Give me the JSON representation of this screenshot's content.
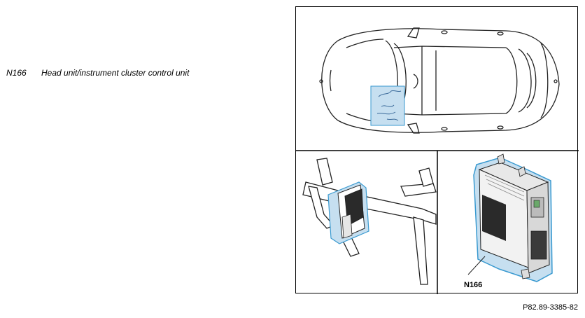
{
  "legend": {
    "code": "N166",
    "description": "Head unit/instrument cluster control unit"
  },
  "callout": {
    "label": "N166"
  },
  "figure_ref": "P82.89-3385-82",
  "colors": {
    "highlight_fill": "#c6dff0",
    "highlight_stroke": "#3a9ad0",
    "line": "#222222"
  }
}
